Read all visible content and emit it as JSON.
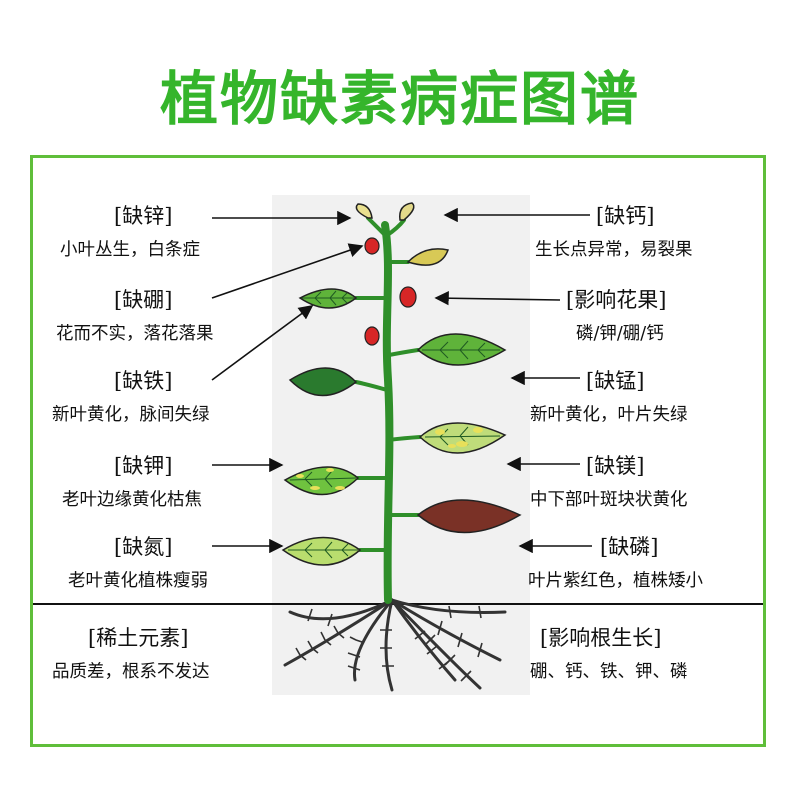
{
  "title": "植物缺素病症图谱",
  "left_labels": [
    {
      "name": "缺锌",
      "desc": "小叶丛生，白条症"
    },
    {
      "name": "缺硼",
      "desc": "花而不实，落花落果"
    },
    {
      "name": "缺铁",
      "desc": "新叶黄化，脉间失绿"
    },
    {
      "name": "缺钾",
      "desc": "老叶边缘黄化枯焦"
    },
    {
      "name": "缺氮",
      "desc": "老叶黄化植株瘦弱"
    }
  ],
  "right_labels": [
    {
      "name": "缺钙",
      "desc": "生长点异常，易裂果"
    },
    {
      "name": "影响花果",
      "desc": "磷/钾/硼/钙"
    },
    {
      "name": "缺锰",
      "desc": "新叶黄化，叶片失绿"
    },
    {
      "name": "缺镁",
      "desc": "中下部叶斑块状黄化"
    },
    {
      "name": "缺磷",
      "desc": "叶片紫红色，植株矮小"
    }
  ],
  "root_left": {
    "name": "稀土元素",
    "desc": "品质差，根系不发达"
  },
  "root_right": {
    "name": "影响根生长",
    "desc": "硼、钙、铁、钾、磷"
  },
  "colors": {
    "title": "#35b52b",
    "frame": "#5fbe3a",
    "stem": "#2f8f2a"
  }
}
